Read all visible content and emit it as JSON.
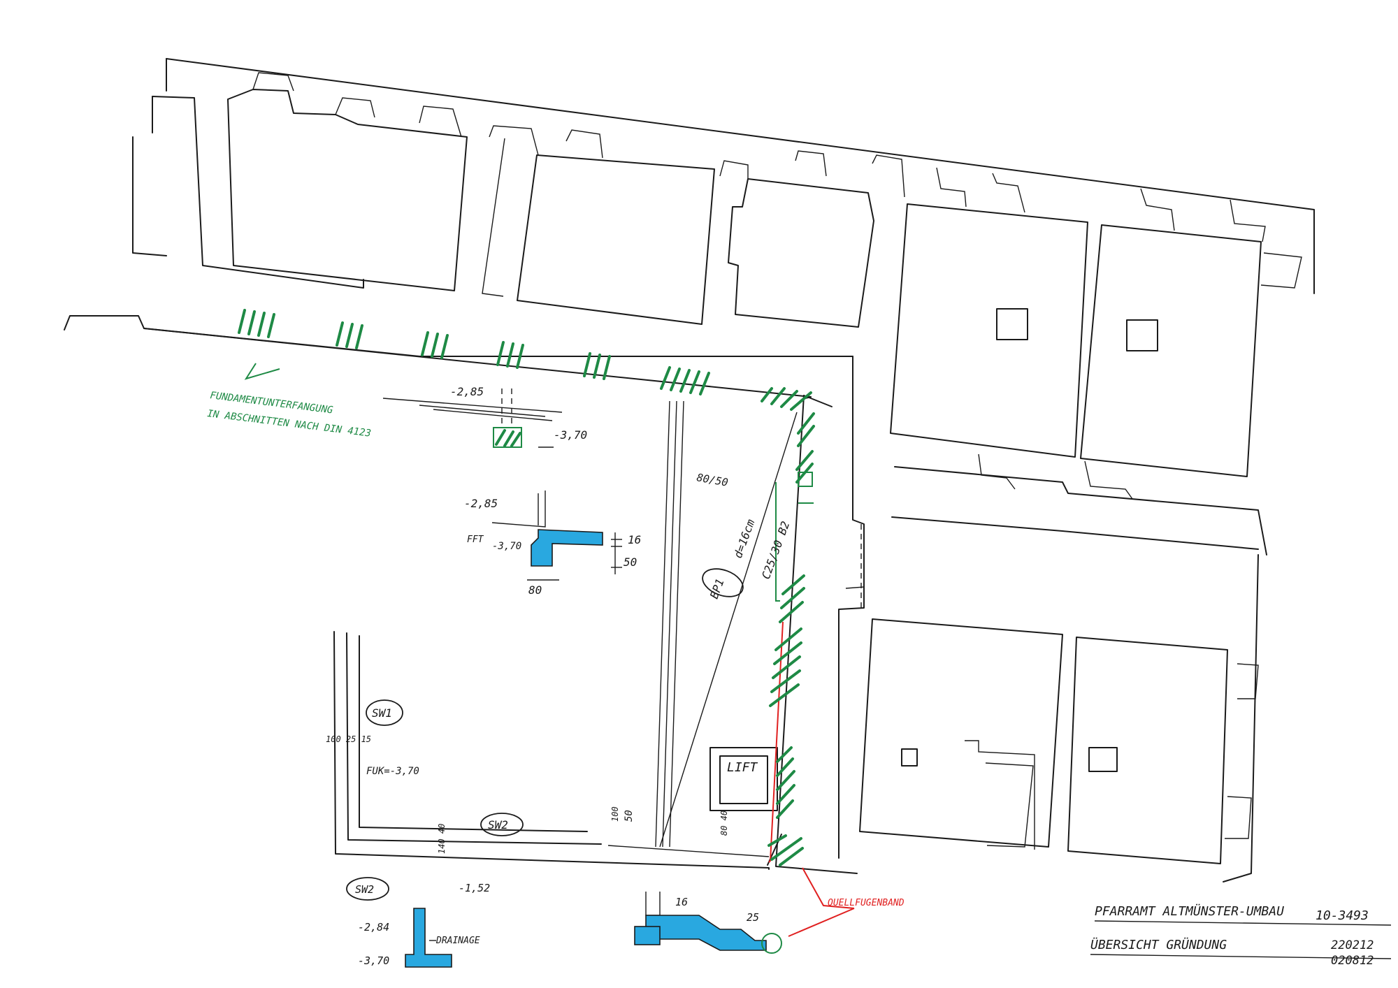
{
  "annotations": {
    "foundation_note_1": "FUNDAMENTUNTERFANGUNG",
    "foundation_note_2": "IN ABSCHNITTEN NACH DIN 4123",
    "lift": "LIFT",
    "sw1": "SW1",
    "sw2": "SW2",
    "sw2_detail": "SW2",
    "bp1": "BP1",
    "slab": "d=16cm",
    "concrete": "C25/30 B2",
    "fft": "FFT",
    "fok": "FUK=-3,70",
    "drainage": "DRAINAGE",
    "red_note": "QUELLFUGENBAND"
  },
  "levels": {
    "top_a": "-2,85",
    "top_a2": "-3,70",
    "detail_a": "-2,85",
    "detail_a2": "-3,70",
    "sw2_a": "-1,52",
    "sw2_b": "-2,84",
    "sw2_c": "-3,70"
  },
  "dimensions": {
    "d16": "16",
    "d50": "50",
    "d80": "80",
    "d8050": "80/50",
    "d100_25_15": "100 25 15",
    "d100": "100",
    "d50b": "50",
    "d140_40": "140 40",
    "d80_40": "80 40",
    "d16b": "16",
    "d25": "25"
  },
  "title_block": {
    "line1_left": "PFARRAMT ALTMÜNSTER-UMBAU",
    "line1_right": "10-3493",
    "line2_left": "ÜBERSICHT GRÜNDUNG",
    "date1": "220212",
    "date2": "020812"
  },
  "colors": {
    "hatch": "#1e8a45",
    "detail_fill": "#29a8e0",
    "revision": "#e02020"
  }
}
